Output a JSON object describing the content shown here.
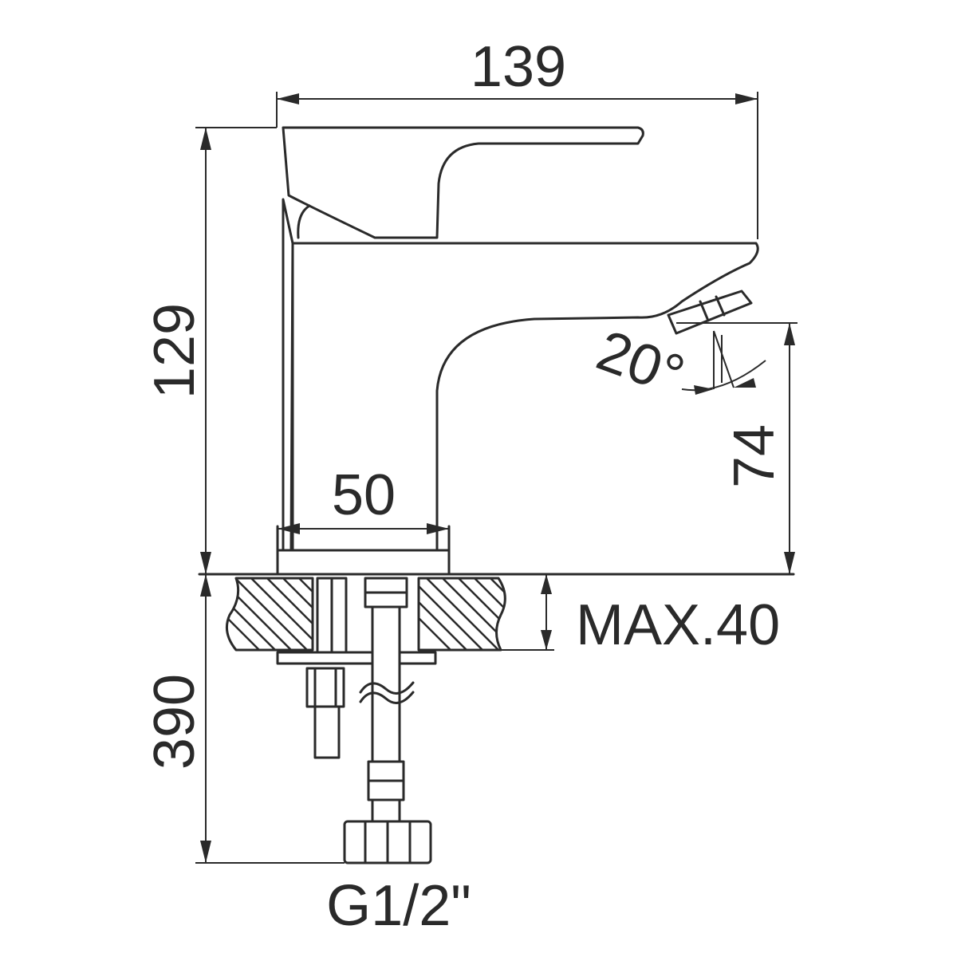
{
  "drawing": {
    "subject": "single-lever basin mixer faucet dimension drawing",
    "dimensions": {
      "overall_width": "139",
      "overall_height": "129",
      "spout_clearance": "74",
      "base_width": "50",
      "hose_length": "390",
      "max_counter_thickness": "MAX.40",
      "spray_angle": "20°"
    },
    "connection": "G1/2\""
  }
}
